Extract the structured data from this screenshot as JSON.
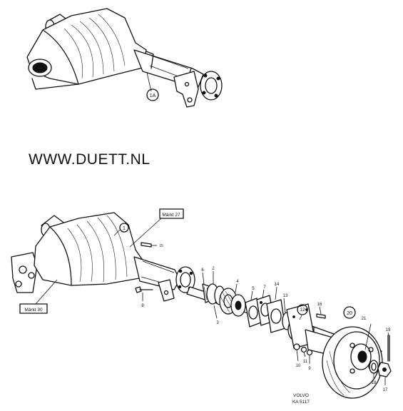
{
  "watermark": "WWW.DUETT.NL",
  "callouts": {
    "c1a": "1A",
    "c1": "1",
    "c2": "2",
    "c3": "3",
    "c4": "4",
    "c5": "5",
    "c6": "6",
    "c7": "7",
    "c8": "8",
    "c9": "9",
    "c10": "10",
    "c11": "11",
    "c12": "12",
    "c13": "13",
    "c14": "14",
    "c15": "15",
    "c16": "16",
    "c17": "17",
    "c18": "18",
    "c19": "19",
    "c20": "20",
    "c21": "21"
  },
  "labels": {
    "markt27": "Märkt 27",
    "markt30": "Märkt 30"
  },
  "footer": {
    "brand": "VOLVO",
    "code": "KA 5117"
  }
}
